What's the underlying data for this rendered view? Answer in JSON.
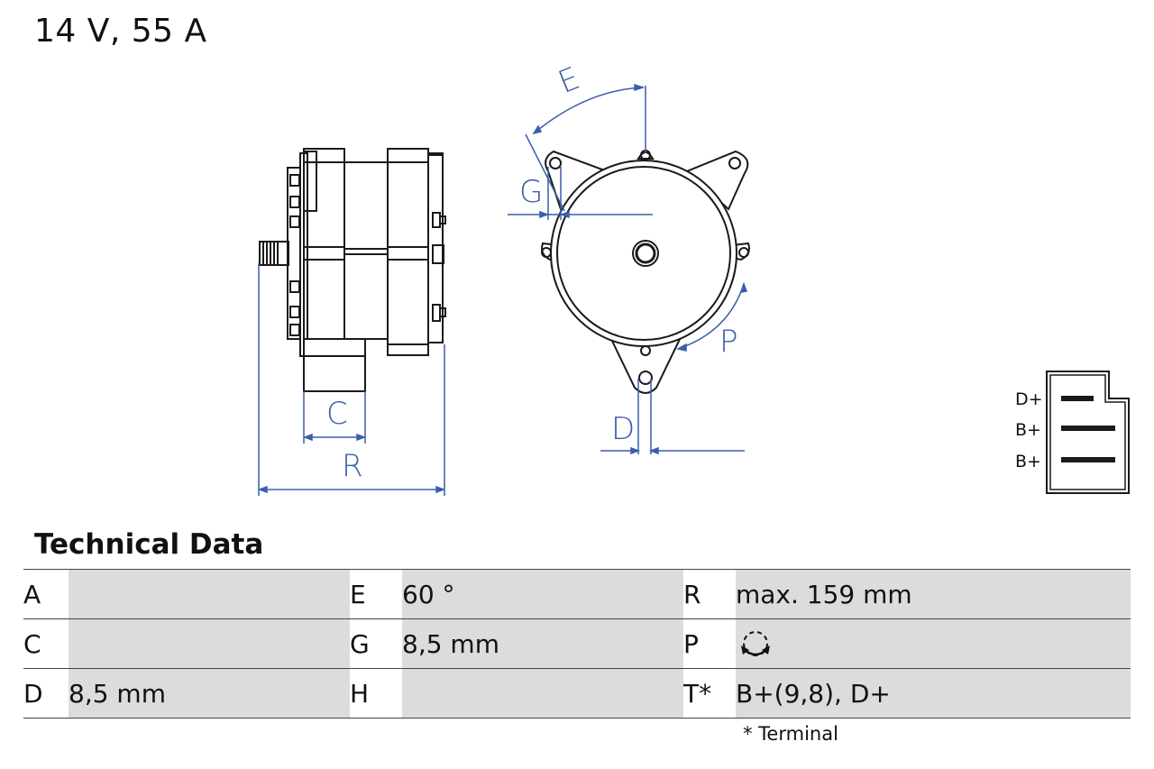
{
  "header": {
    "title": "14 V, 55 A"
  },
  "drawing": {
    "dimension_labels": {
      "E": "E",
      "G": "G",
      "P": "P",
      "D": "D",
      "C": "C",
      "R": "R"
    },
    "terminals": [
      "D+",
      "B+",
      "B+"
    ],
    "line_color": "#1a1a1a",
    "dimension_color": "#3a5ea8"
  },
  "technical_data": {
    "heading": "Technical Data",
    "rows": [
      [
        {
          "key": "A",
          "value": ""
        },
        {
          "key": "E",
          "value": "60 °"
        },
        {
          "key": "R",
          "value": "max. 159 mm"
        }
      ],
      [
        {
          "key": "C",
          "value": ""
        },
        {
          "key": "G",
          "value": "8,5 mm"
        },
        {
          "key": "P",
          "value": "",
          "icon": "rotation-both-directions-icon"
        }
      ],
      [
        {
          "key": "D",
          "value": "8,5 mm"
        },
        {
          "key": "H",
          "value": ""
        },
        {
          "key": "T*",
          "value": "B+(9,8), D+"
        }
      ]
    ],
    "footnote": "* Terminal"
  }
}
